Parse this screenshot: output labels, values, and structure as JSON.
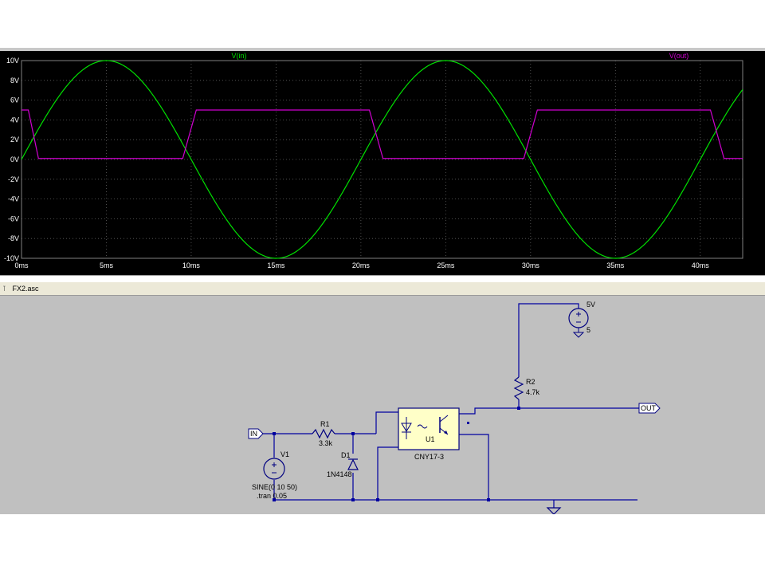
{
  "window": {
    "schematic_tab_title": "FX2.asc"
  },
  "chart_data": {
    "type": "line",
    "x": [
      0,
      5,
      10,
      15,
      20,
      25,
      30,
      35,
      40
    ],
    "x_tick_labels": [
      "0ms",
      "5ms",
      "10ms",
      "15ms",
      "20ms",
      "25ms",
      "30ms",
      "35ms",
      "40ms"
    ],
    "y_tick_labels": [
      "10V",
      "8V",
      "6V",
      "4V",
      "2V",
      "0V",
      "-2V",
      "-4V",
      "-6V",
      "-8V",
      "-10V"
    ],
    "y_ticks": [
      10,
      8,
      6,
      4,
      2,
      0,
      -2,
      -4,
      -6,
      -8,
      -10
    ],
    "xlim": [
      0,
      42.5
    ],
    "ylim": [
      -10,
      10
    ],
    "grid": true,
    "series": [
      {
        "name": "V(in)",
        "color": "#00e000",
        "kind": "sine",
        "amplitude": 10,
        "frequency_hz": 50,
        "values_sampled": {
          "x": [
            0,
            5,
            10,
            15,
            20,
            25,
            30,
            35,
            40
          ],
          "y": [
            0,
            10,
            0,
            -10,
            0,
            10,
            0,
            -10,
            0
          ]
        }
      },
      {
        "name": "V(out)",
        "color": "#d000d0",
        "kind": "piecewise",
        "x": [
          0,
          0.4,
          1.0,
          9.5,
          10.3,
          20.5,
          21.3,
          29.6,
          30.4,
          40.6,
          41.4,
          42.5
        ],
        "y": [
          5,
          5,
          0.1,
          0.1,
          5,
          5,
          0.1,
          0.1,
          5,
          5,
          0.1,
          0.1
        ]
      }
    ]
  },
  "schematic": {
    "labels": {
      "in_port": "IN",
      "out_port": "OUT",
      "v1_name": "V1",
      "v1_value": "SINE(0 10 50)",
      "tran": ".tran 0.05",
      "r1_name": "R1",
      "r1_value": "3.3k",
      "d1_name": "D1",
      "d1_value": "1N4148",
      "u1_name": "U1",
      "u1_value": "CNY17-3",
      "r2_name": "R2",
      "r2_value": "4.7k",
      "vcc_name": "5V",
      "vcc_value": "5"
    },
    "colors": {
      "wire": "#0000a0",
      "component": "#000080",
      "ic_fill": "#ffffc8"
    }
  }
}
